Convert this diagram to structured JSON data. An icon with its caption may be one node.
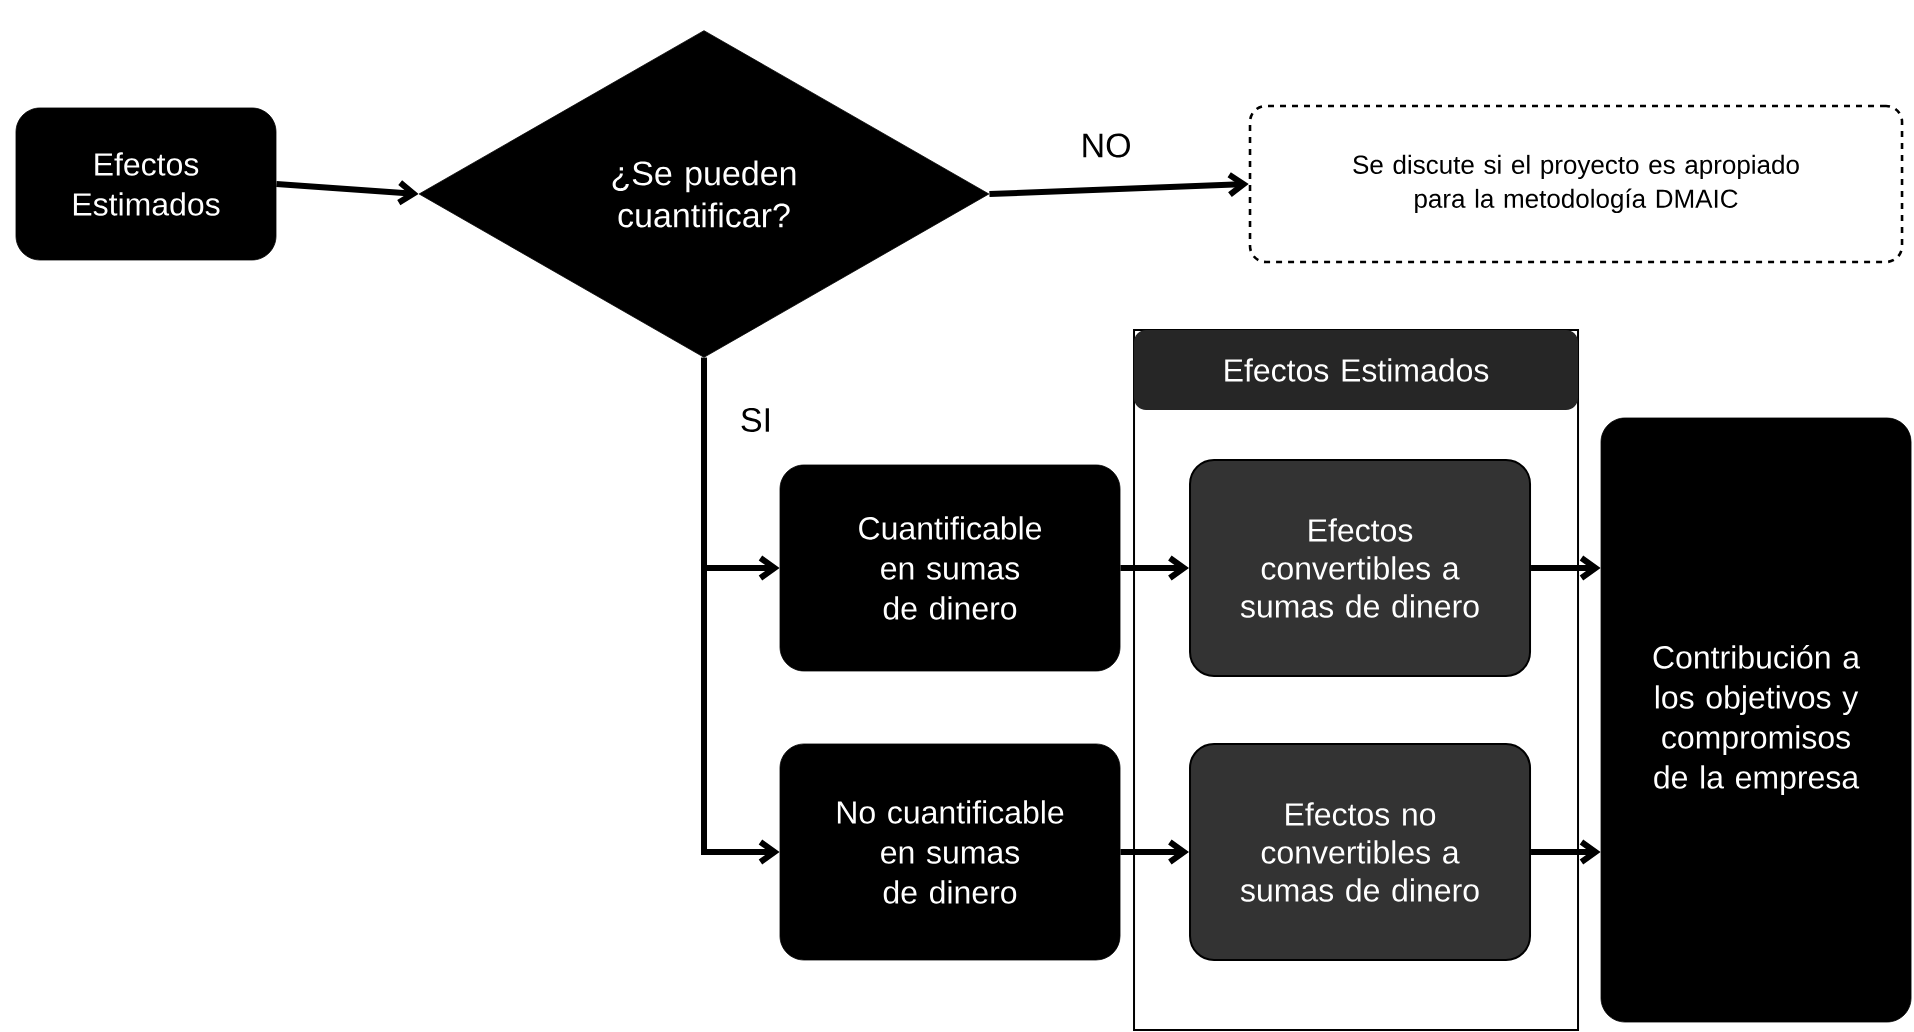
{
  "diagram": {
    "nodes": [
      {
        "text": [
          "Efectos Estimados"
        ]
      },
      {
        "text": [
          "¿Se pueden cuantificar?"
        ]
      },
      {
        "text": [
          "Se discute si el proyecto es apropiado para la metodología DMAIC"
        ]
      },
      {
        "text": [
          "Efectos Estimados"
        ]
      },
      {
        "text": [
          "Cuantificable en sumas de dinero"
        ]
      },
      {
        "text": [
          "No cuantificable en sumas de dinero"
        ]
      },
      {
        "text": [
          "Efectos convertibles a sumas de dinero"
        ],
        "in": 3
      },
      {
        "text": [
          "Efectos no convertibles a sumas de dinero"
        ],
        "in": 3
      },
      {
        "text": [
          "Contribución a los objetivos y compromisos de la empresa"
        ]
      }
    ],
    "edges": [
      {
        "from": 0,
        "to": 1,
        "arrow": "to"
      },
      {
        "from": 1,
        "to": 2,
        "arrow": "to",
        "label": "NO"
      },
      {
        "from": 1,
        "to": 4,
        "arrow": "to",
        "label": "SI"
      },
      {
        "from": 1,
        "to": 5,
        "arrow": "to"
      },
      {
        "from": 4,
        "to": 6,
        "arrow": "to"
      },
      {
        "from": 5,
        "to": 7,
        "arrow": "to"
      },
      {
        "from": 6,
        "to": 8,
        "arrow": "to"
      },
      {
        "from": 7,
        "to": 8,
        "arrow": "to"
      }
    ]
  }
}
